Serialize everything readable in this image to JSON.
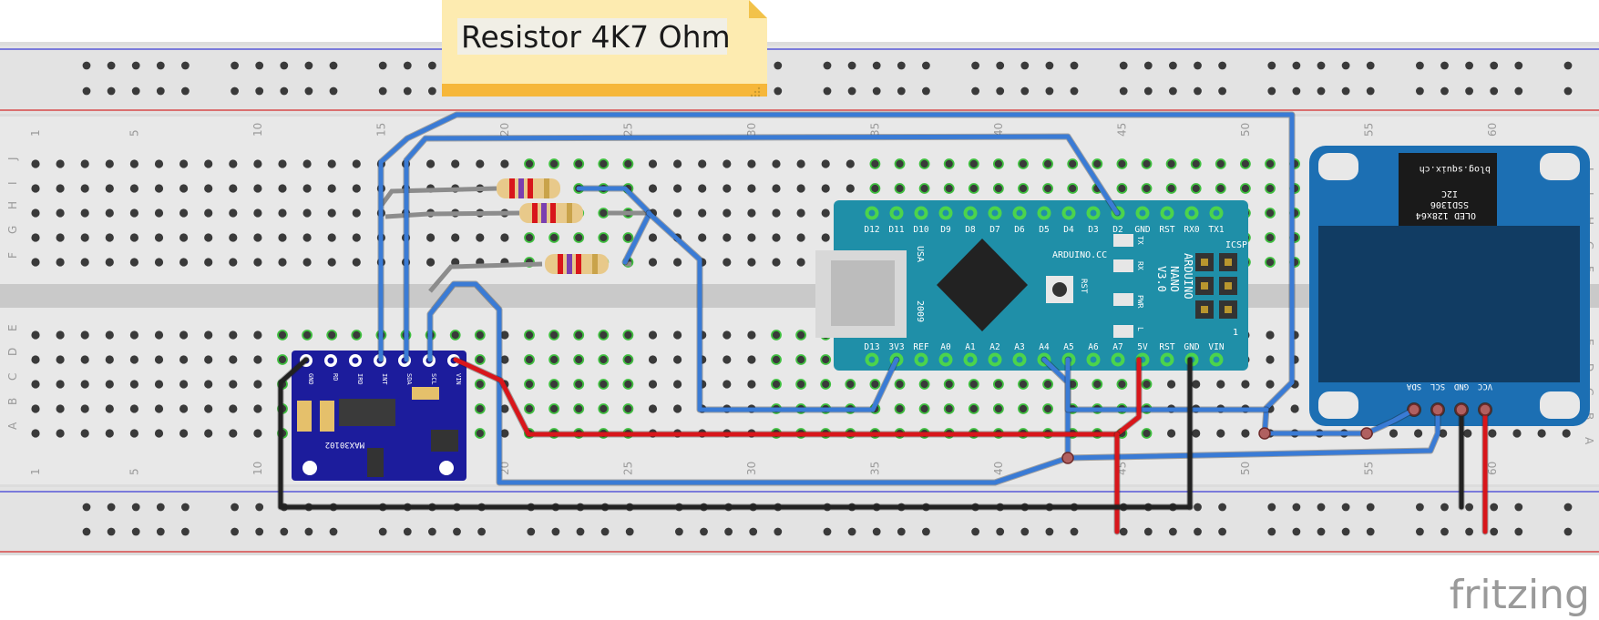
{
  "note": {
    "text": "Resistor 4K7 Ohm"
  },
  "breadboard": {
    "column_numbers": [
      "1",
      "5",
      "10",
      "15",
      "20",
      "25",
      "30",
      "35",
      "40",
      "45",
      "50",
      "55",
      "60"
    ],
    "row_letters_top": [
      "J",
      "I",
      "H",
      "G",
      "F"
    ],
    "row_letters_bottom": [
      "E",
      "D",
      "C",
      "B",
      "A"
    ]
  },
  "arduino": {
    "top_pins": [
      "D12",
      "D11",
      "D10",
      "D9",
      "D8",
      "D7",
      "D6",
      "D5",
      "D4",
      "D3",
      "D2",
      "GND",
      "RST",
      "RX0",
      "TX1"
    ],
    "bottom_pins": [
      "D13",
      "3V3",
      "REF",
      "A0",
      "A1",
      "A2",
      "A3",
      "A4",
      "A5",
      "A6",
      "A7",
      "5V",
      "RST",
      "GND",
      "VIN"
    ],
    "board_lines": [
      "ARDUINO",
      "NANO",
      "V3.0"
    ],
    "brand": "ARDUINO.CC",
    "usa": "USA",
    "year": "2009",
    "icsp": "ICSP",
    "rst": "RST",
    "leds": [
      "TX",
      "RX",
      "PWR",
      "L"
    ],
    "one": "1"
  },
  "sensor": {
    "pins": [
      "GND",
      "RD",
      "IRD",
      "INT",
      "SDA",
      "SCL",
      "VIN"
    ],
    "chip": "MAX30102"
  },
  "oled": {
    "url": "blog.squix.ch",
    "lines": [
      "I2C",
      "SSD1306",
      "OLED 128x64"
    ],
    "pins": [
      "SDA",
      "SCL",
      "GND",
      "VCC"
    ]
  },
  "logo": {
    "text": "fritzing"
  },
  "colors": {
    "wire_blue": "#3a7bd5",
    "wire_red": "#d8161b",
    "wire_black": "#222222",
    "wire_gray": "#8c8c8c",
    "board_teal": "#1f8fa8",
    "sensor_navy": "#1c1c9c",
    "oled_blue": "#1c6fb3",
    "note_yellow": "#fdebb0"
  }
}
